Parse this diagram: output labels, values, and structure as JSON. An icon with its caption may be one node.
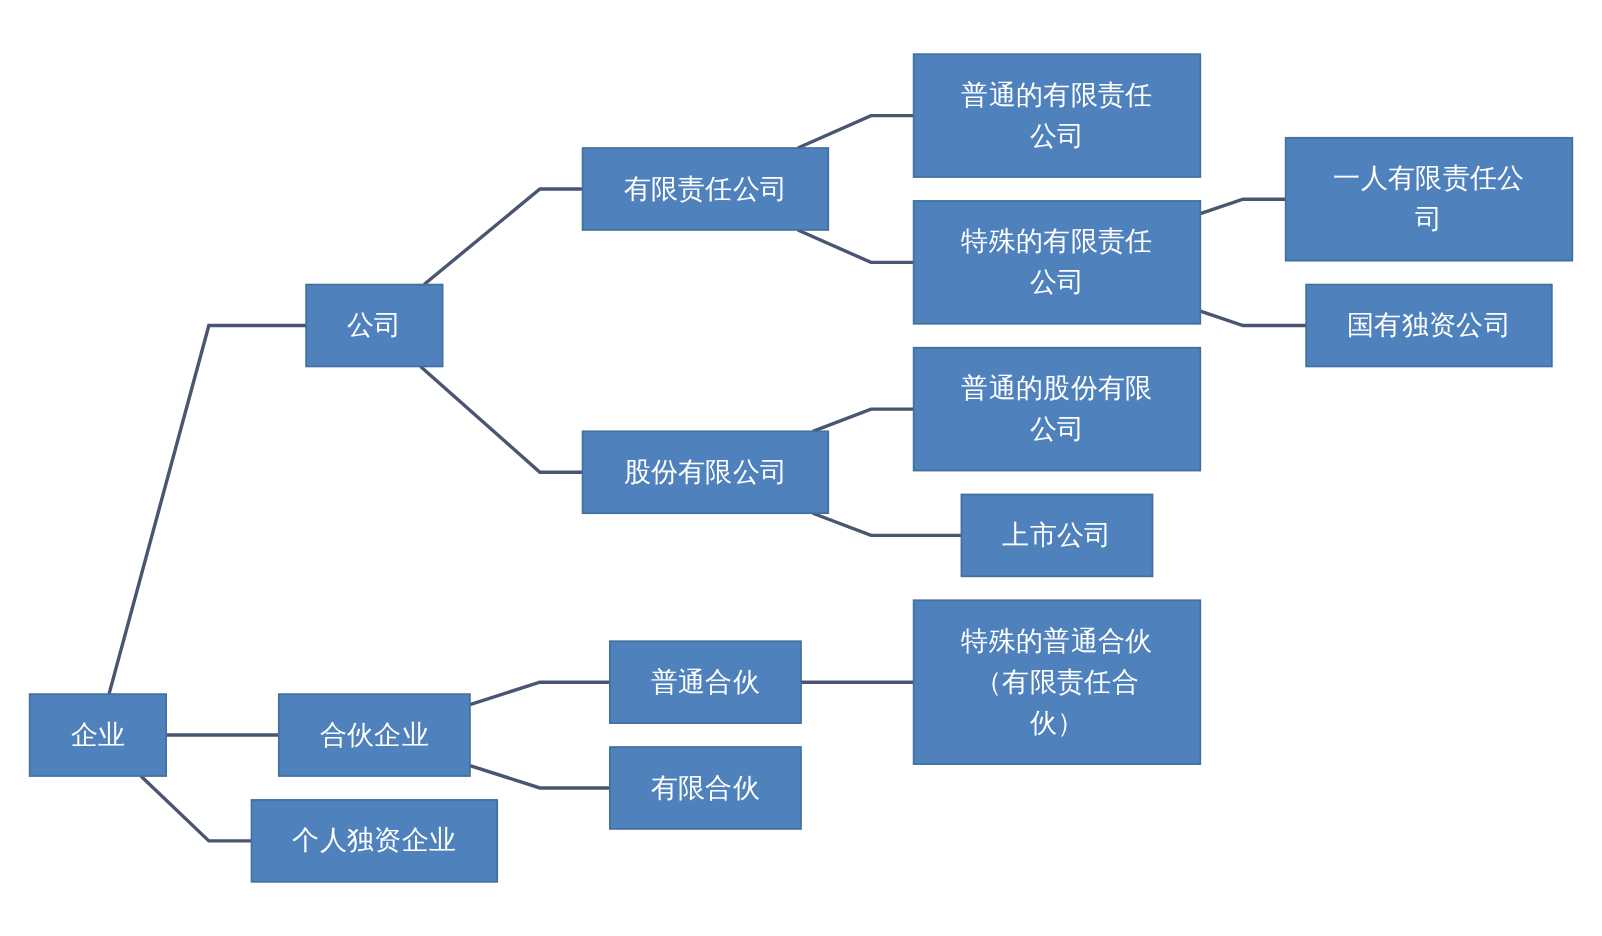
{
  "diagram": {
    "nodes": [
      {
        "text": [
          "企业"
        ]
      },
      {
        "text": [
          "公司"
        ]
      },
      {
        "text": [
          "有限责任公司"
        ]
      },
      {
        "text": [
          "普通的有限责任公司"
        ]
      },
      {
        "text": [
          "特殊的有限责任公司"
        ]
      },
      {
        "text": [
          "一人有限责任公司"
        ]
      },
      {
        "text": [
          "国有独资公司"
        ]
      },
      {
        "text": [
          "股份有限公司"
        ]
      },
      {
        "text": [
          "普通的股份有限公司"
        ]
      },
      {
        "text": [
          "上市公司"
        ]
      },
      {
        "text": [
          "合伙企业"
        ]
      },
      {
        "text": [
          "普通合伙"
        ]
      },
      {
        "text": [
          "特殊的普通合伙（有限责任合伙）"
        ]
      },
      {
        "text": [
          "有限合伙"
        ]
      },
      {
        "text": [
          "个人独资企业"
        ]
      }
    ],
    "edges": [
      {
        "from": 0,
        "to": 1,
        "arrow": "none"
      },
      {
        "from": 1,
        "to": 2,
        "arrow": "none"
      },
      {
        "from": 2,
        "to": 3,
        "arrow": "none"
      },
      {
        "from": 2,
        "to": 4,
        "arrow": "none"
      },
      {
        "from": 4,
        "to": 5,
        "arrow": "none"
      },
      {
        "from": 4,
        "to": 6,
        "arrow": "none"
      },
      {
        "from": 1,
        "to": 7,
        "arrow": "none"
      },
      {
        "from": 7,
        "to": 8,
        "arrow": "none"
      },
      {
        "from": 7,
        "to": 9,
        "arrow": "none"
      },
      {
        "from": 0,
        "to": 10,
        "arrow": "none"
      },
      {
        "from": 10,
        "to": 11,
        "arrow": "none"
      },
      {
        "from": 11,
        "to": 12,
        "arrow": "none"
      },
      {
        "from": 10,
        "to": 13,
        "arrow": "none"
      },
      {
        "from": 0,
        "to": 14,
        "arrow": "none"
      }
    ]
  }
}
